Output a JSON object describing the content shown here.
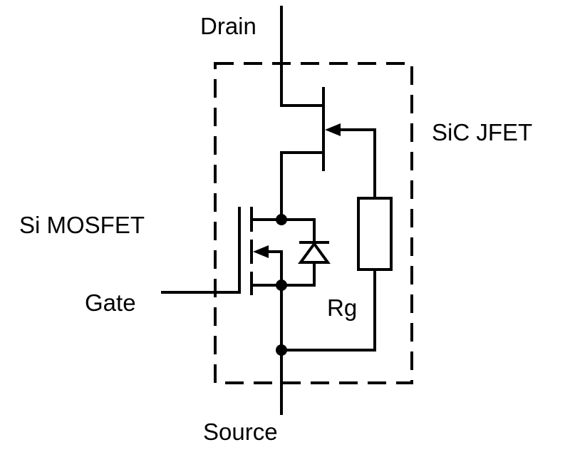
{
  "diagram": {
    "labels": {
      "drain": "Drain",
      "source": "Source",
      "gate": "Gate",
      "si_mosfet": "Si MOSFET",
      "sic_jfet": "SiC JFET",
      "rg": "Rg"
    },
    "colors": {
      "ink": "#000000",
      "background": "#ffffff"
    },
    "enclosure_style": "dashed-rectangle"
  }
}
